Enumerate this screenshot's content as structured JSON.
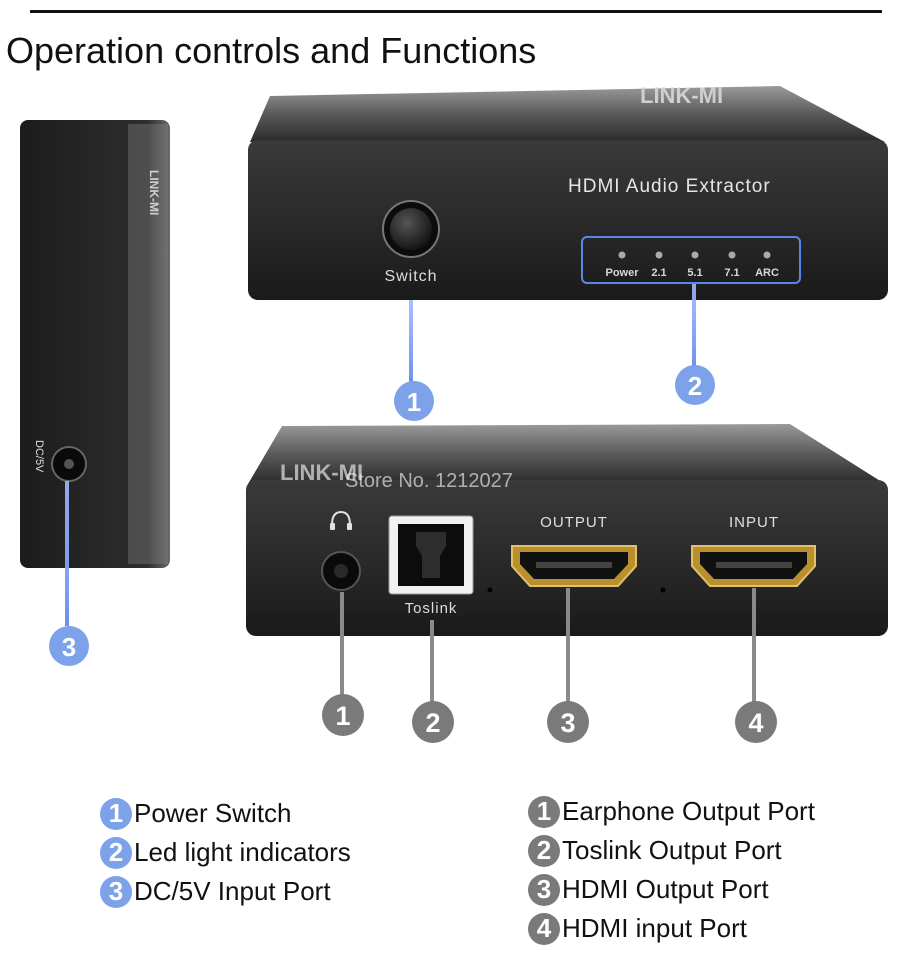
{
  "page": {
    "title": "Operation controls and Functions",
    "watermark": "Store No. 1212027",
    "brand_logo": "LINK-MI"
  },
  "colors": {
    "blue_badge": "#7da2ea",
    "gray_badge": "#7a7a7a",
    "device_body": "#262626"
  },
  "front_panel": {
    "product_name": "HDMI Audio Extractor",
    "switch_label": "Switch",
    "led_labels": [
      "Power",
      "2.1",
      "5.1",
      "7.1",
      "ARC"
    ],
    "callouts": [
      "1",
      "2"
    ]
  },
  "side_panel": {
    "dc_label": "DC/5V",
    "callout": "3"
  },
  "rear_panel": {
    "earphone_icon": "headphones-icon",
    "toslink_label": "Toslink",
    "output_label": "OUTPUT",
    "input_label": "INPUT",
    "callouts": [
      "1",
      "2",
      "3",
      "4"
    ]
  },
  "legend_left": [
    {
      "num": "1",
      "text": "Power Switch"
    },
    {
      "num": "2",
      "text": "Led light indicators"
    },
    {
      "num": "3",
      "text": "DC/5V Input Port"
    }
  ],
  "legend_right": [
    {
      "num": "1",
      "text": "Earphone Output Port"
    },
    {
      "num": "2",
      "text": "Toslink Output Port"
    },
    {
      "num": "3",
      "text": "HDMI Output Port"
    },
    {
      "num": "4",
      "text": "HDMI input Port"
    }
  ]
}
